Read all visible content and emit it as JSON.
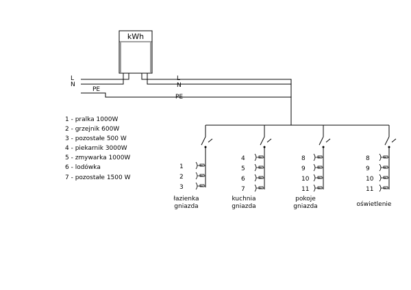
{
  "meter": {
    "label": "kWh"
  },
  "supply": {
    "left": {
      "l": "L",
      "n": "N",
      "pe": "PE"
    },
    "right": {
      "l": "L",
      "n": "N",
      "pe": "PE"
    }
  },
  "legend": [
    "1  -  pralka 1000W",
    "2  -  grzejnik 600W",
    "3  -  pozostałe  500  W",
    "4  -  piekarnik 3000W",
    "5  -  zmywarka 1000W",
    "6  -  lodówka",
    "7  -  pozostałe  1500  W"
  ],
  "circuits": [
    {
      "numbers": [
        "1",
        "2",
        "3"
      ],
      "label_lines": [
        "łazienka",
        "gniazda"
      ]
    },
    {
      "numbers": [
        "4",
        "5",
        "6",
        "7"
      ],
      "label_lines": [
        "kuchnia",
        "gniazda"
      ]
    },
    {
      "numbers": [
        "8",
        "9",
        "10",
        "11"
      ],
      "label_lines": [
        "pokoje",
        "gniazda"
      ]
    },
    {
      "numbers": [
        "8",
        "9",
        "10",
        "11"
      ],
      "label_lines": [
        "oświetlenie"
      ]
    }
  ]
}
